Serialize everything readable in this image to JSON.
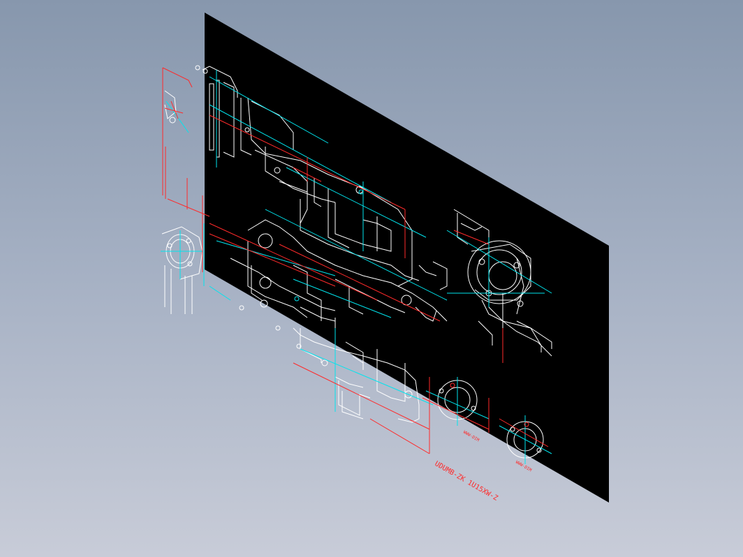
{
  "viewport": {
    "background_top": "#8797ad",
    "background_bottom": "#c8ccd8",
    "sheet_color": "#000000"
  },
  "colors": {
    "white_lines": "#ffffff",
    "cyan_centerlines": "#00e5ee",
    "red_dimensions": "#ff2a2a"
  },
  "drawing": {
    "title_block_text": "UDUMB-ZK 1U15XW-Z",
    "flange_label_1": "WWW-DIM",
    "flange_label_2": "WWW-DIM"
  }
}
